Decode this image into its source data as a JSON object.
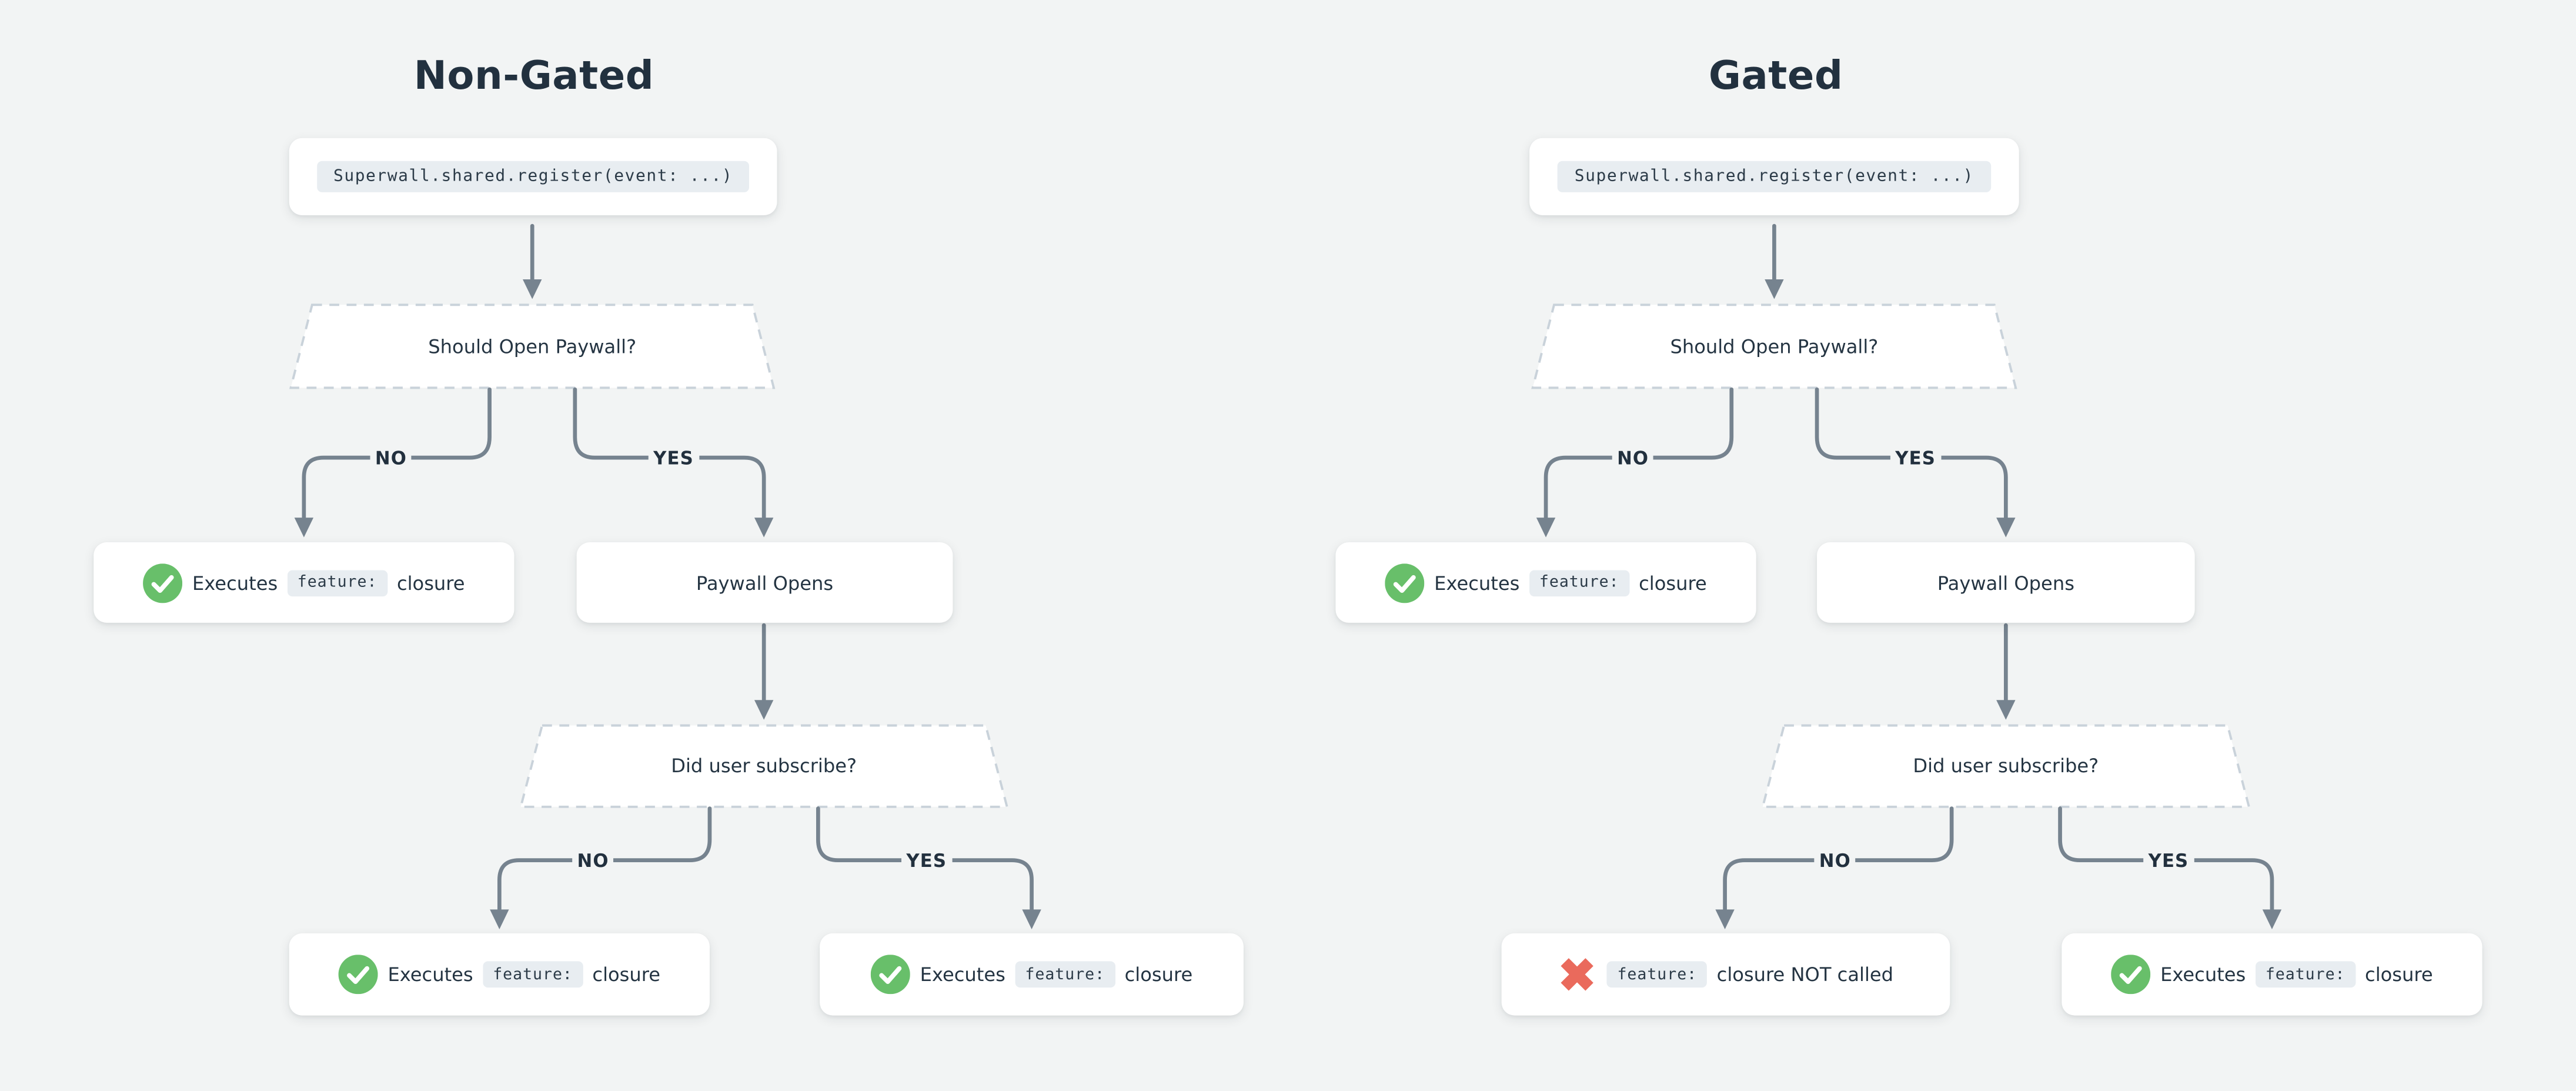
{
  "page": {
    "background": "#f2f4f4",
    "colors": {
      "line_slate": "#76838F",
      "dashed_border": "#C9D2DA",
      "text_dark": "#243442",
      "chip_background": "#E8EDF1",
      "success_green": "#68BF6A",
      "failure_red": "#EA6A5C"
    },
    "icons": {
      "success": "check-icon",
      "failure": "cross-icon"
    }
  },
  "diagram": {
    "columns": [
      {
        "title": "Non-Gated",
        "code_snippet": "Superwall.shared.register(event: ...)",
        "decision_1": "Should Open Paywall?",
        "decision_2": "Did user subscribe?",
        "branch_no": "NO",
        "branch_yes": "YES",
        "paywall_node": "Paywall Opens",
        "no_paywall_result": {
          "icon": "check-icon",
          "prefix": "Executes",
          "chip": "feature:",
          "suffix": "closure"
        },
        "subscribe_no_result": {
          "icon": "check-icon",
          "prefix": "Executes",
          "chip": "feature:",
          "suffix": "closure"
        },
        "subscribe_yes_result": {
          "icon": "check-icon",
          "prefix": "Executes",
          "chip": "feature:",
          "suffix": "closure"
        }
      },
      {
        "title": "Gated",
        "code_snippet": "Superwall.shared.register(event: ...)",
        "decision_1": "Should Open Paywall?",
        "decision_2": "Did user subscribe?",
        "branch_no": "NO",
        "branch_yes": "YES",
        "paywall_node": "Paywall Opens",
        "no_paywall_result": {
          "icon": "check-icon",
          "prefix": "Executes",
          "chip": "feature:",
          "suffix": "closure"
        },
        "subscribe_no_result": {
          "icon": "cross-icon",
          "prefix": "",
          "chip": "feature:",
          "suffix": "closure NOT called"
        },
        "subscribe_yes_result": {
          "icon": "check-icon",
          "prefix": "Executes",
          "chip": "feature:",
          "suffix": "closure"
        }
      }
    ]
  }
}
